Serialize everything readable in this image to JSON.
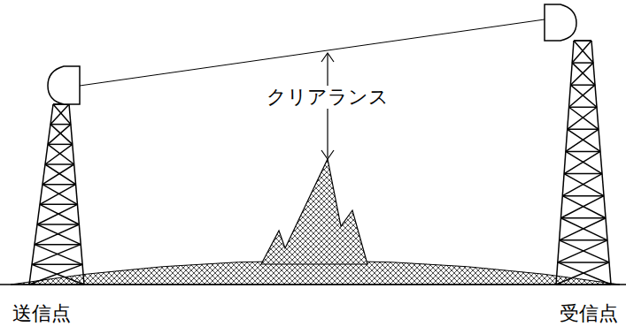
{
  "diagram": {
    "labels": [
      "クリアランス",
      "送信点",
      "受信点"
    ]
  }
}
